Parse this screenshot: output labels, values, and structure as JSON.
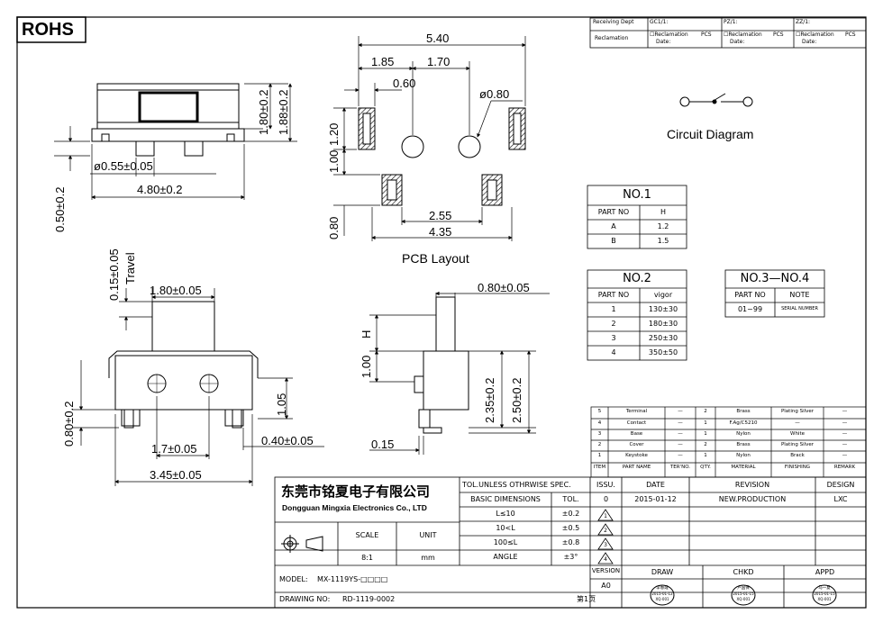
{
  "rohs": "ROHS",
  "receiving": {
    "dept_label": "Receiving Dept",
    "reclamation_label": "Reclamation",
    "cols": [
      {
        "header": "GC1/1:",
        "box": "☐Reclamation",
        "unit": "PCS",
        "date": "Date:"
      },
      {
        "header": "PZ/1:",
        "box": "☐Reclamation",
        "unit": "PCS",
        "date": "Date:"
      },
      {
        "header": "ZZ/1:",
        "box": "☐Reclamation",
        "unit": "PCS",
        "date": "Date:"
      }
    ]
  },
  "top_view": {
    "dim_180": "1.80±0.2",
    "dim_188": "1.88±0.2",
    "dim_pin": "ø0.55±0.05",
    "dim_width": "4.80±0.2",
    "dim_050": "0.50±0.2"
  },
  "pcb": {
    "dim_540": "5.40",
    "dim_185": "1.85",
    "dim_170": "1.70",
    "dim_060": "0.60",
    "dim_080dia": "ø0.80",
    "dim_120": "1.20",
    "dim_100": "1.00",
    "dim_080": "0.80",
    "dim_255": "2.55",
    "dim_435": "4.35",
    "label": "PCB Layout"
  },
  "circuit_label": "Circuit Diagram",
  "front_view": {
    "travel": "Travel",
    "dim_015": "0.15±0.05",
    "dim_180": "1.80±0.05",
    "dim_105": "1.05",
    "dim_080": "0.80±0.2",
    "dim_17": "1.7±0.05",
    "dim_040": "0.40±0.05",
    "dim_345": "3.45±0.05"
  },
  "side_view": {
    "dim_080": "0.80±0.05",
    "dim_h": "H",
    "dim_100": "1.00",
    "dim_235": "2.35±0.2",
    "dim_250": "2.50±0.2",
    "dim_015": "0.15"
  },
  "no1": {
    "title": "NO.1",
    "headers": [
      "PART NO",
      "H"
    ],
    "rows": [
      [
        "A",
        "1.2"
      ],
      [
        "B",
        "1.5"
      ]
    ]
  },
  "no2": {
    "title": "NO.2",
    "headers": [
      "PART NO",
      "vigor"
    ],
    "rows": [
      [
        "1",
        "130±30"
      ],
      [
        "2",
        "180±30"
      ],
      [
        "3",
        "250±30"
      ],
      [
        "4",
        "350±50"
      ]
    ]
  },
  "no34": {
    "title": "NO.3—NO.4",
    "headers": [
      "PART NO",
      "NOTE"
    ],
    "rows": [
      [
        "01~99",
        "SERIAL NUMBER"
      ]
    ]
  },
  "bom": {
    "rows": [
      [
        "5",
        "Terminal",
        "—",
        "2",
        "Brass",
        "Plating Silver",
        "—"
      ],
      [
        "4",
        "Contact",
        "—",
        "1",
        "F.Ag/C5210",
        "—",
        "—"
      ],
      [
        "3",
        "Base",
        "—",
        "1",
        "Nylon",
        "White",
        "—"
      ],
      [
        "2",
        "Cover",
        "—",
        "2",
        "Brass",
        "Plating Silver",
        "—"
      ],
      [
        "1",
        "Keystoke",
        "—",
        "1",
        "Nylon",
        "Brack",
        "—"
      ]
    ],
    "headers": [
      "ITEM",
      "PART NAME",
      "TER'NO.",
      "QTY.",
      "MATERIAL",
      "FINISHING",
      "REMARK"
    ]
  },
  "title_block": {
    "company_cn": "东莞市铭夏电子有限公司",
    "company_en": "Dongguan Mingxia Electronics Co., LTD",
    "scale_label": "SCALE",
    "unit_label": "UNIT",
    "scale_value": "8:1",
    "unit_value": "mm",
    "model_label": "MODEL:",
    "model_value": "MX-1119YS-□□□□",
    "drawing_label": "DRAWING NO:",
    "drawing_value": "RD-1119-0002",
    "page": "第1页",
    "tol_header": "TOL.UNLESS OTHRWISE SPEC.",
    "basic_dim": "BASIC DIMENSIONS",
    "tol": "TOL.",
    "tol_rows": [
      [
        "L≤10",
        "±0.2"
      ],
      [
        "10<L",
        "±0.5"
      ],
      [
        "100≤L",
        "±0.8"
      ],
      [
        "ANGLE",
        "±3°"
      ]
    ],
    "issu": "ISSU.",
    "date": "DATE",
    "revision": "REVISION",
    "design": "DESIGN",
    "issu_value": "0",
    "date_value": "2015-01-12",
    "revision_value": "NEW.PRODUCTION",
    "design_value": "LXC",
    "rev_marks": [
      "1",
      "2",
      "3",
      "4"
    ],
    "version_label": "VERSION",
    "version_value": "A0",
    "draw": "DRAW",
    "chkd": "CHKD",
    "appd": "APPD",
    "stamps": [
      {
        "name": "李春霞",
        "date": "2015-01-12",
        "code": "XQ-001"
      },
      {
        "name": "卢国保",
        "date": "2015-01-15",
        "code": "XQ-001"
      },
      {
        "name": "马一夏",
        "date": "2015-01-15",
        "code": "XQ-001"
      }
    ]
  }
}
